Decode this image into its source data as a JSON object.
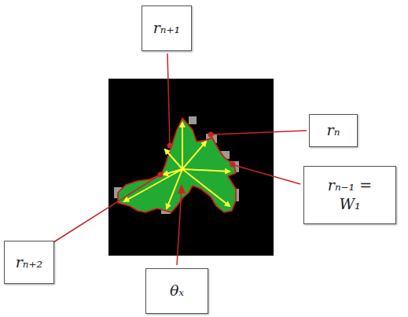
{
  "diagram": {
    "nodes": [
      {
        "text": [
          "rₙ₊₁"
        ]
      },
      {
        "text": [
          "rₙ"
        ]
      },
      {
        "text": [
          "rₙ₋₁ = W₁"
        ]
      },
      {
        "text": [
          "rₙ₊₂"
        ]
      },
      {
        "text": [
          "θₓ"
        ]
      }
    ]
  }
}
